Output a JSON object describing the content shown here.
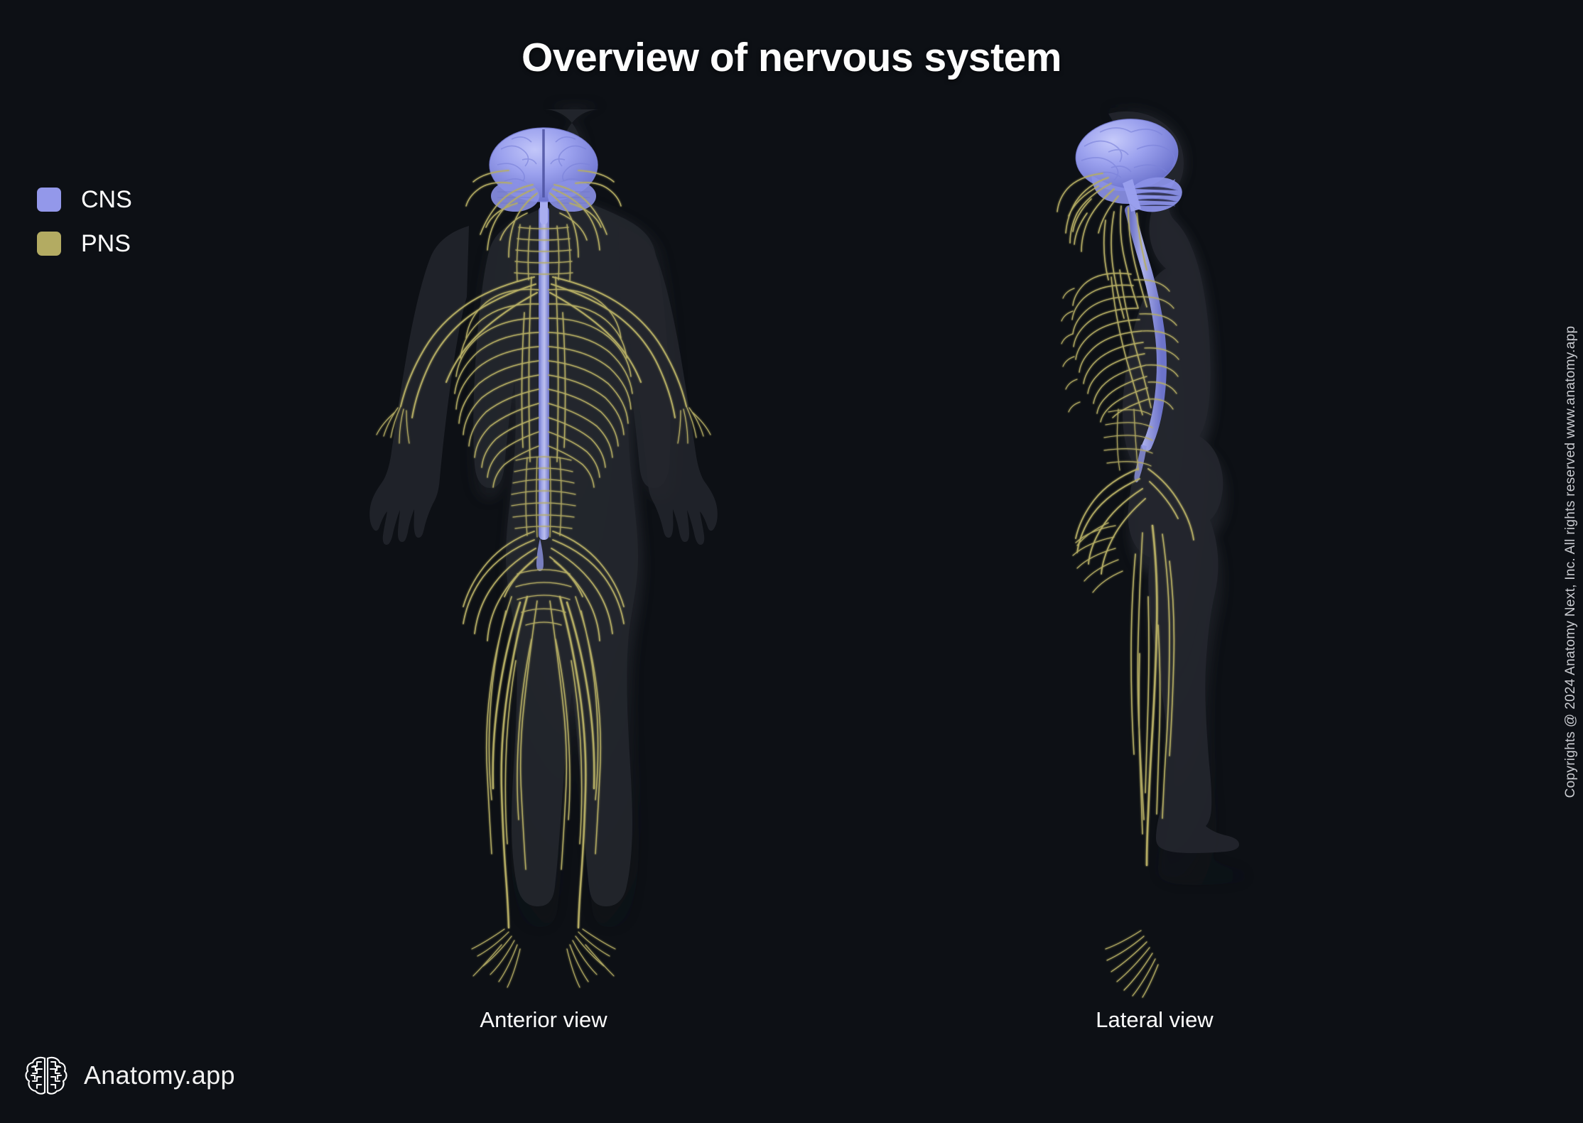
{
  "title": "Overview of nervous system",
  "legend": {
    "items": [
      {
        "label": "CNS",
        "color": "#9398ea",
        "icon": "legend-swatch-cns"
      },
      {
        "label": "PNS",
        "color": "#b3ab62",
        "icon": "legend-swatch-pns"
      }
    ]
  },
  "figures": [
    {
      "id": "anterior",
      "caption": "Anterior view",
      "structures": [
        "brain",
        "spinal-cord",
        "cranial-nerves",
        "brachial-plexus",
        "intercostal-nerves",
        "lumbosacral-plexus",
        "sciatic-nerve",
        "tibial-nerve",
        "foot-nerves"
      ]
    },
    {
      "id": "lateral",
      "caption": "Lateral view",
      "structures": [
        "brain",
        "brainstem",
        "cerebellum",
        "spinal-cord",
        "cervical-nerves",
        "thoracic-nerves",
        "lumbosacral-plexus",
        "sciatic-nerve",
        "leg-nerves"
      ]
    }
  ],
  "brand": {
    "name": "Anatomy.app",
    "logo_icon": "brain-logo-icon"
  },
  "copyright": "Copyrights @ 2024 Anatomy Next, Inc. All rights reserved www.anatomy.app",
  "colors": {
    "background": "#0d1015",
    "cns": "#9398ea",
    "pns": "#b3ab62",
    "body_silhouette": "#2b2e35",
    "text": "#ffffff"
  }
}
